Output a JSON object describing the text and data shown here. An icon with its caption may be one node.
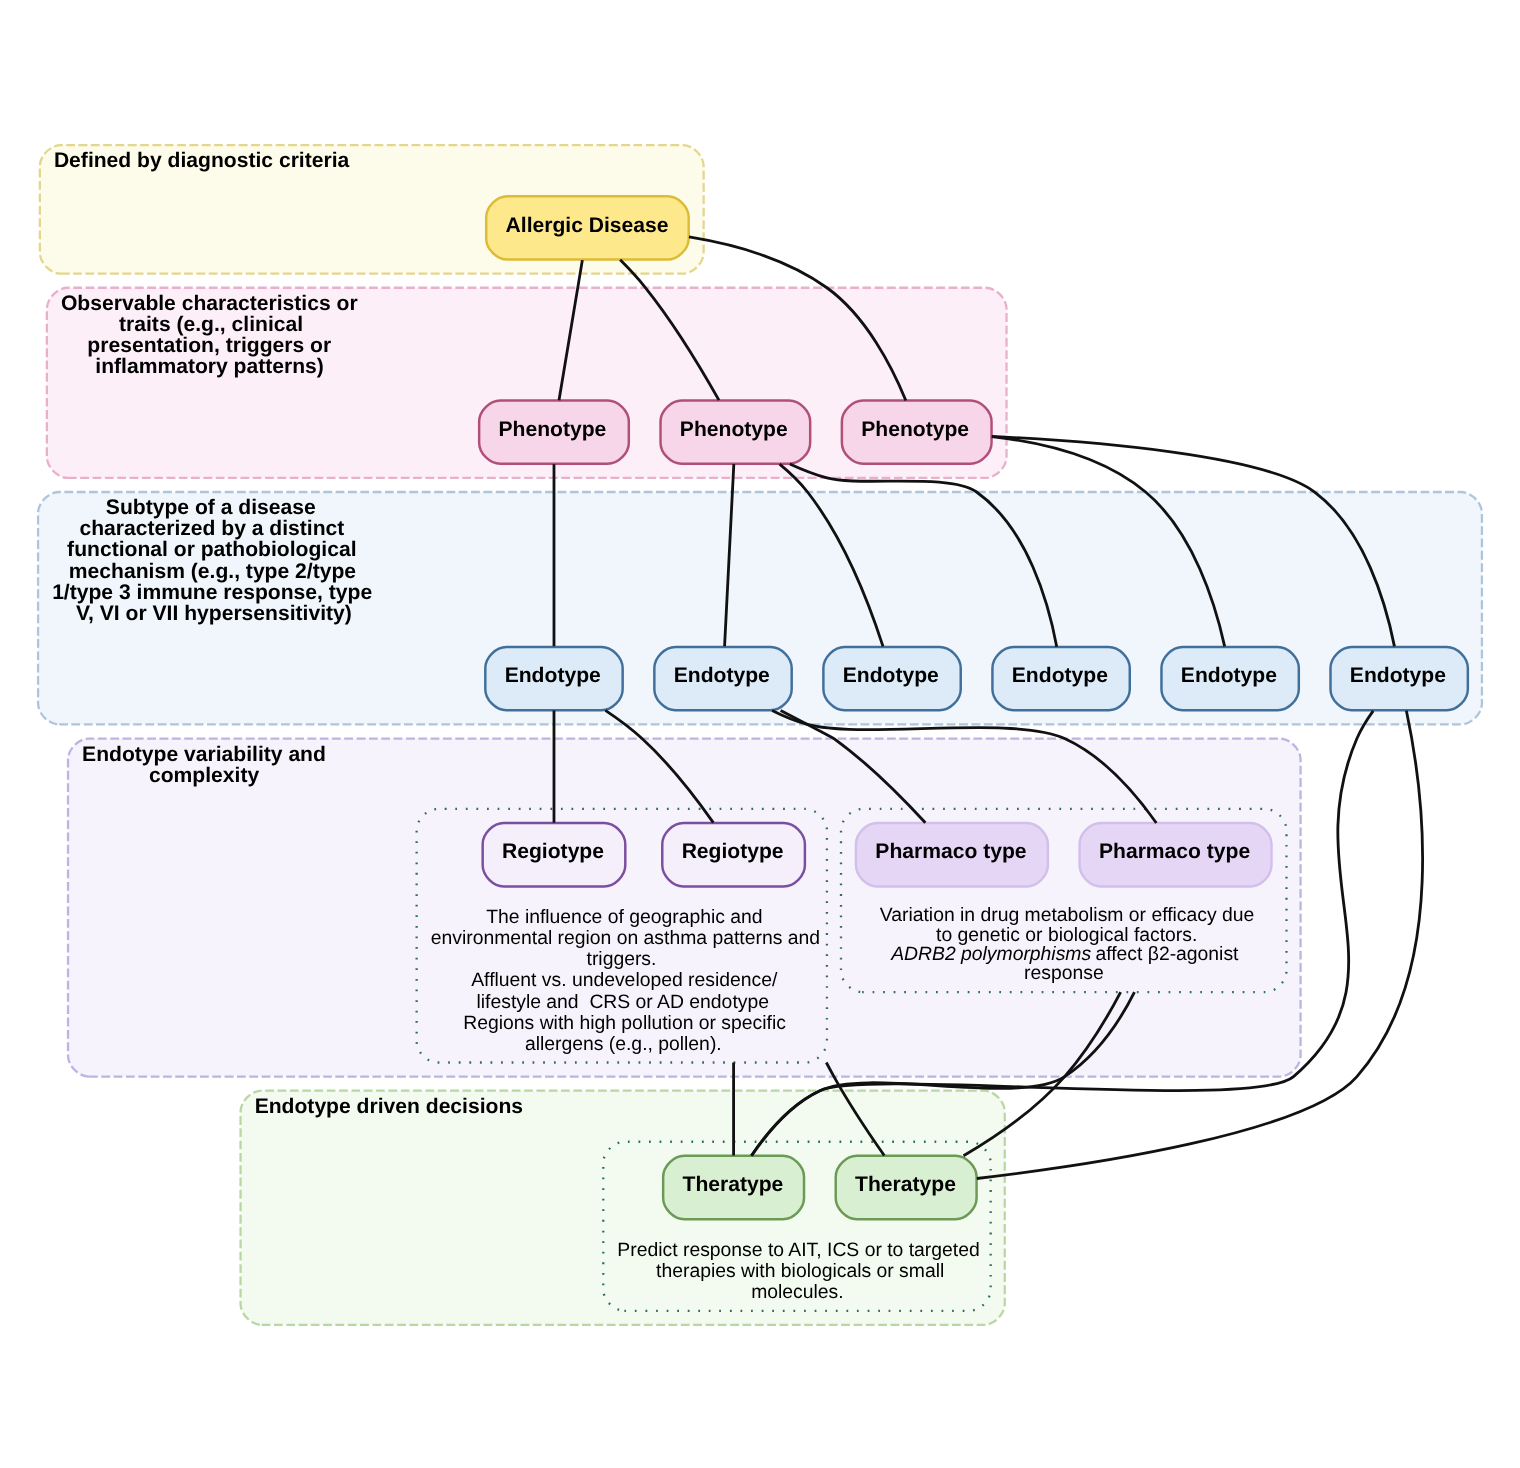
{
  "diagram": {
    "nodes": [
      {
        "text": [
          "Defined by diagnostic criteria"
        ]
      },
      {
        "text": [
          "Allergic Disease"
        ],
        "in": 0
      },
      {
        "text": [
          "Observable characteristics or traits (e.g., clinical presentation, triggers or inflammatory patterns)"
        ]
      },
      {
        "text": [
          "Phenotype"
        ],
        "in": 2
      },
      {
        "text": [
          "Phenotype"
        ],
        "in": 2
      },
      {
        "text": [
          "Phenotype"
        ],
        "in": 2
      },
      {
        "text": [
          "Subtype of a disease characterized by a distinct functional or pathobiological mechanism (e.g., type 2/type 1/type 3 immune response, type V, VI or VII hypersensitivity)"
        ]
      },
      {
        "text": [
          "Endotype"
        ],
        "in": 6
      },
      {
        "text": [
          "Endotype"
        ],
        "in": 6
      },
      {
        "text": [
          "Endotype"
        ],
        "in": 6
      },
      {
        "text": [
          "Endotype"
        ],
        "in": 6
      },
      {
        "text": [
          "Endotype"
        ],
        "in": 6
      },
      {
        "text": [
          "Endotype"
        ],
        "in": 6
      },
      {
        "text": [
          "Endotype variability and complexity"
        ]
      },
      {
        "text": [
          "The influence of geographic and environmental region on asthma patterns and triggers.",
          "Affluent vs. undeveloped residence/ lifestyle and  CRS or AD endotype",
          "Regions with high pollution or specific allergens (e.g., pollen)."
        ],
        "in": 13
      },
      {
        "text": [
          "Regiotype"
        ],
        "in": 14
      },
      {
        "text": [
          "Regiotype"
        ],
        "in": 14
      },
      {
        "text": [
          "Variation in drug metabolism or efficacy due to genetic or biological factors.",
          "*ADRB2 polymorphisms* affect β2-agonist response"
        ],
        "in": 13
      },
      {
        "text": [
          "Pharmaco type"
        ],
        "in": 17
      },
      {
        "text": [
          "Pharmaco type"
        ],
        "in": 17
      },
      {
        "text": [
          "Endotype driven decisions"
        ]
      },
      {
        "text": [
          "Predict response to AIT, ICS or to targeted therapies with biologicals or small molecules."
        ],
        "in": 20
      },
      {
        "text": [
          "Theratype"
        ],
        "in": 21
      },
      {
        "text": [
          "Theratype"
        ],
        "in": 21
      }
    ],
    "edges": [
      {
        "from": 1,
        "to": 3,
        "arrow": "none"
      },
      {
        "from": 1,
        "to": 4,
        "arrow": "none"
      },
      {
        "from": 1,
        "to": 5,
        "arrow": "none"
      },
      {
        "from": 3,
        "to": 7,
        "arrow": "none"
      },
      {
        "from": 3,
        "to": 8,
        "arrow": "none"
      },
      {
        "from": 4,
        "to": 9,
        "arrow": "none"
      },
      {
        "from": 5,
        "to": 10,
        "arrow": "none"
      },
      {
        "from": 5,
        "to": 11,
        "arrow": "none"
      },
      {
        "from": 5,
        "to": 12,
        "arrow": "none"
      },
      {
        "from": 9,
        "to": 15,
        "arrow": "none"
      },
      {
        "from": 9,
        "to": 16,
        "arrow": "none"
      },
      {
        "from": 12,
        "to": 18,
        "arrow": "none"
      },
      {
        "from": 12,
        "to": 19,
        "arrow": "none"
      },
      {
        "from": 7,
        "to": 22,
        "arrow": "none"
      },
      {
        "from": 7,
        "to": 23,
        "arrow": "none"
      },
      {
        "from": 14,
        "to": 22,
        "arrow": "none"
      },
      {
        "from": 14,
        "to": 23,
        "arrow": "none"
      },
      {
        "from": 17,
        "to": 22,
        "arrow": "none"
      },
      {
        "from": 17,
        "to": 23,
        "arrow": "none"
      }
    ]
  }
}
